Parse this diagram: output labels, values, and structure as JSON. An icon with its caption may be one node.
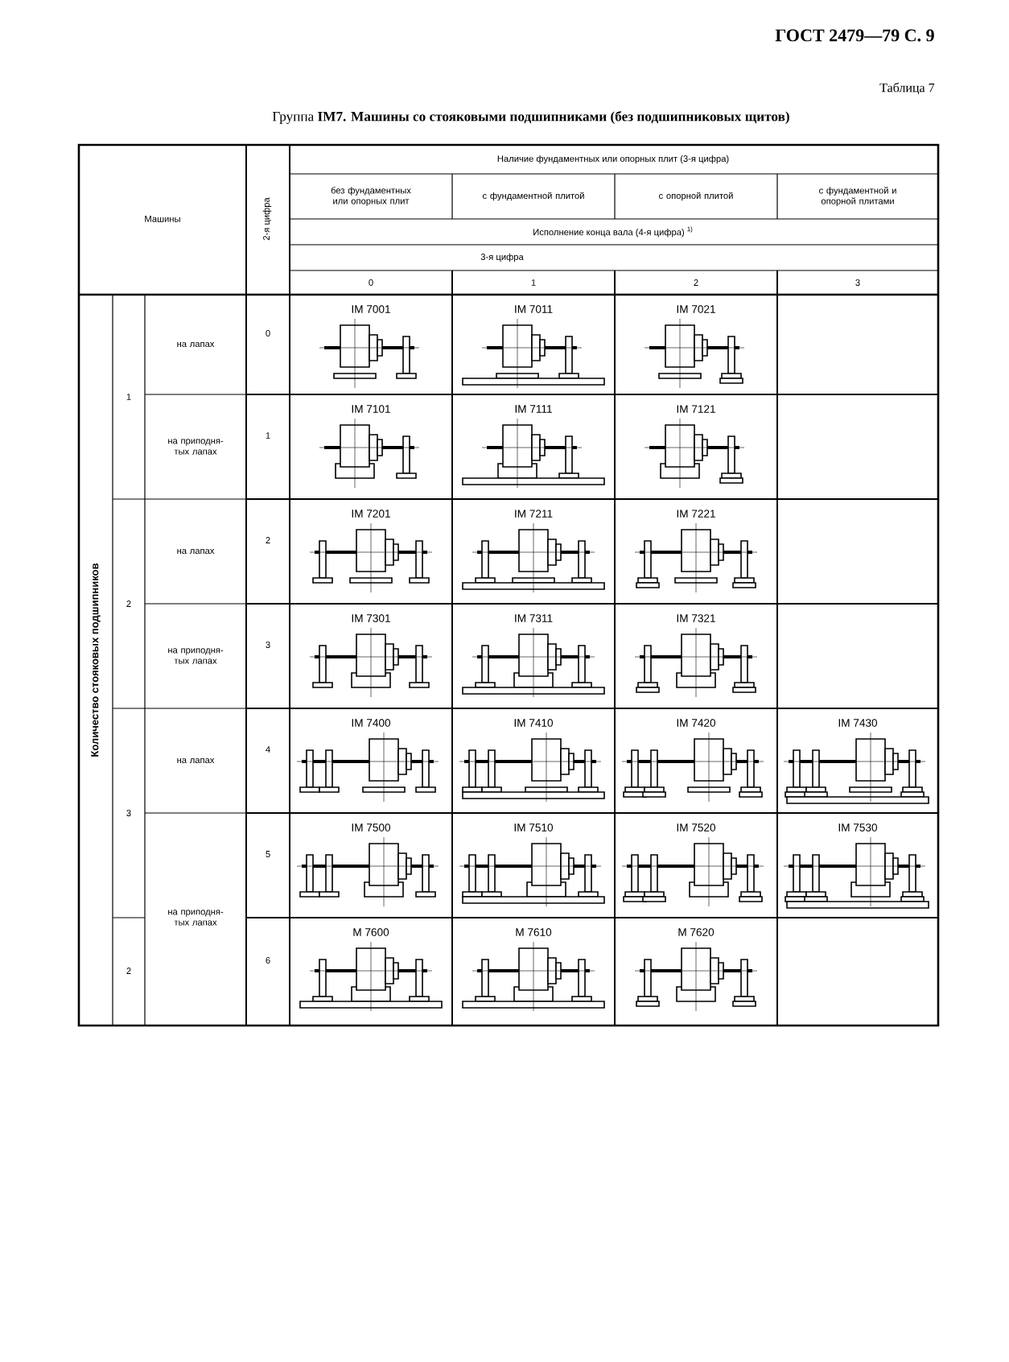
{
  "diagram": {
    "title": "Группа **IM7. Машины со стояковыми подшипниками (без подшипниковых щитов)**",
    "labels": [
      "ГОСТ 2479—79 С. 9",
      "Таблица 7",
      "Машины",
      "2-я цифра",
      "Наличие фундаментных или опорных плит (3-я цифра)",
      "без фундаментных или опорных плит",
      "с фундаментной плитой",
      "с опорной плитой",
      "с фундаментной и опорной плитами",
      "Исполнение конца вала (4-я цифра) $^{1)}$",
      "3-я цифра",
      "0",
      "1",
      "2",
      "3",
      "Количество стояковых подшипников",
      "1",
      "на лапах",
      "0",
      "IM 7001",
      "IM 7011",
      "IM 7021",
      "на приподня- тых лапах",
      "1",
      "IM 7101",
      "IM 7111",
      "IM 7121",
      "2",
      "на лапах",
      "2",
      "IM 7201",
      "IM 7211",
      "IM 7221",
      "на приподня- тых лапах",
      "3",
      "IM 7301",
      "IM 7311",
      "IM 7321",
      "3",
      "на лапах",
      "4",
      "IM 7400",
      "IM 7410",
      "IM 7420",
      "IM 7430",
      "5",
      "IM 7500",
      "IM 7510",
      "IM 7520",
      "IM 7530",
      "на приподня- тых лапах",
      "2",
      "6",
      "M 7600",
      "M 7610",
      "M 7620"
    ]
  }
}
